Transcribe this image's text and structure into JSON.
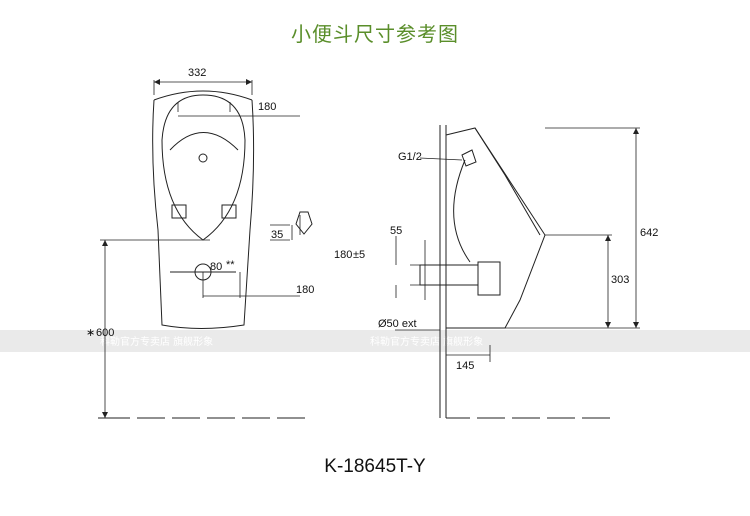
{
  "title": "小便斗尺寸参考图",
  "model": "K-18645T-Y",
  "accent_color": "#5a8e2a",
  "watermark": "科勒官方专卖店 旗舰形象",
  "front_view": {
    "dim_width": "332",
    "dim_inner": "180",
    "dim_35": "35",
    "dim_80": "80",
    "dim_80_note": "**",
    "dim_180_bottom": "180",
    "dim_height": "600",
    "dim_height_prefix": "∗"
  },
  "side_view": {
    "inlet_label": "G1/2",
    "dim_55": "55",
    "dim_180": "180",
    "dim_180_tol": "±5",
    "dim_outlet": "Ø50 ext",
    "dim_145": "145",
    "dim_642": "642",
    "dim_303": "303"
  }
}
